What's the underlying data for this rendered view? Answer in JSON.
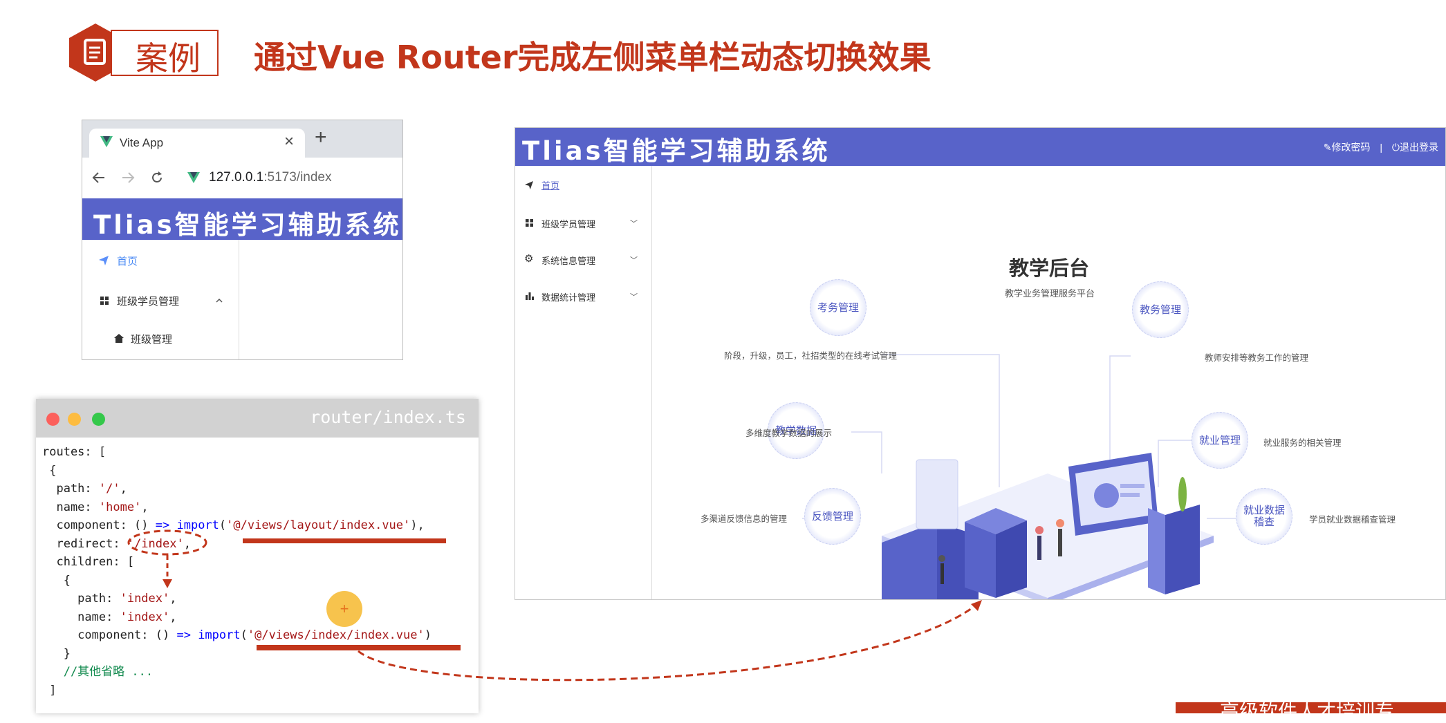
{
  "slide": {
    "badge": "案例",
    "title": "通过Vue Router完成左侧菜单栏动态切换效果",
    "corner_text": "高级软件人才培训专"
  },
  "mini_browser": {
    "tab_title": "Vite App",
    "tab_close": "×",
    "new_tab": "+",
    "url_host": "127.0.0.1",
    "url_path": ":5173/index",
    "header_title": "Tlias智能学习辅助系统",
    "menu": [
      {
        "label": "首页"
      },
      {
        "label": "班级学员管理"
      },
      {
        "label": "班级管理"
      }
    ]
  },
  "code_window": {
    "filename": "router/index.ts",
    "lines": {
      "l1": "routes: [",
      "l2": " {",
      "l3_key": "  path: ",
      "l3_val": "'/'",
      "l3_end": ",",
      "l4_key": "  name: ",
      "l4_val": "'home'",
      "l4_end": ",",
      "l5_key": "  component: () ",
      "l5_arrow": "=>",
      "l5_import": " import",
      "l5_open": "(",
      "l5_val": "'@/views/layout/index.vue'",
      "l5_end": "),",
      "l6_key": "  redirect: ",
      "l6_val": "'/index'",
      "l6_end": ",",
      "l7": "  children: [",
      "l8": "   {",
      "l9_key": "     path: ",
      "l9_val": "'index'",
      "l9_end": ",",
      "l10_key": "     name: ",
      "l10_val": "'index'",
      "l10_end": ",",
      "l11_key": "     component: () ",
      "l11_arrow": "=>",
      "l11_import": " import",
      "l11_open": "(",
      "l11_val": "'@/views/index/index.vue'",
      "l11_end": ")",
      "l12": "   }",
      "l13": "   //其他省略 ...",
      "l14": " ]"
    },
    "fab_label": "+"
  },
  "app": {
    "title": "Tlias智能学习辅助系统",
    "change_password": "修改密码",
    "separator": "|",
    "logout": "退出登录",
    "menu": [
      {
        "label": "首页",
        "icon": "send-icon"
      },
      {
        "label": "班级学员管理",
        "icon": "grid-icon"
      },
      {
        "label": "系统信息管理",
        "icon": "gear-icon"
      },
      {
        "label": "数据统计管理",
        "icon": "bar-chart-icon"
      }
    ],
    "dashboard": {
      "title": "教学后台",
      "subtitle": "教学业务管理服务平台",
      "nodes": {
        "exam": {
          "label": "考务管理",
          "desc": "阶段，升级，员工，社招类型的在线考试管理"
        },
        "teaching_data": {
          "label": "教学数据",
          "desc": "多维度教学数据的展示"
        },
        "feedback": {
          "label": "反馈管理",
          "desc": "多渠道反馈信息的管理"
        },
        "affairs": {
          "label": "教务管理",
          "desc": "教师安排等教务工作的管理"
        },
        "employment": {
          "label": "就业管理",
          "desc": "就业服务的相关管理"
        },
        "employment_data_line1": "就业数据",
        "employment_data_line2": "稽查",
        "employment_data_desc": "学员就业数据稽查管理"
      }
    }
  },
  "colors": {
    "accent_red": "#c2361b",
    "header_blue": "#5863c9",
    "fab_yellow": "#f7c34d"
  }
}
